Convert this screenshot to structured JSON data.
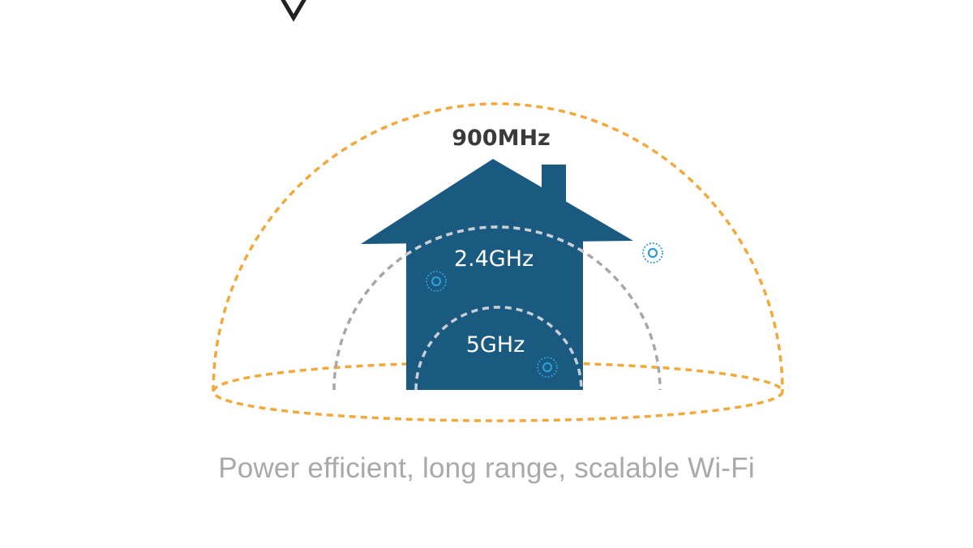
{
  "bands": {
    "outer": "900MHz",
    "middle": "2.4GHz",
    "inner": "5GHz"
  },
  "caption": "Power efficient, long range, scalable Wi-Fi",
  "colors": {
    "house": "#1a5a80",
    "outer_dome": "#f2a93b",
    "inner_domes": "#a7a7a7",
    "inner_domes_on_house": "#c8cfd6",
    "label_dark": "#3a3a3a",
    "label_light": "#ffffff",
    "signal_icon": "#2f9bd6",
    "caption": "#a9a9a9",
    "background": "#ffffff"
  },
  "icons": {
    "signal": "wifi-signal-icon",
    "house": "house-icon"
  }
}
